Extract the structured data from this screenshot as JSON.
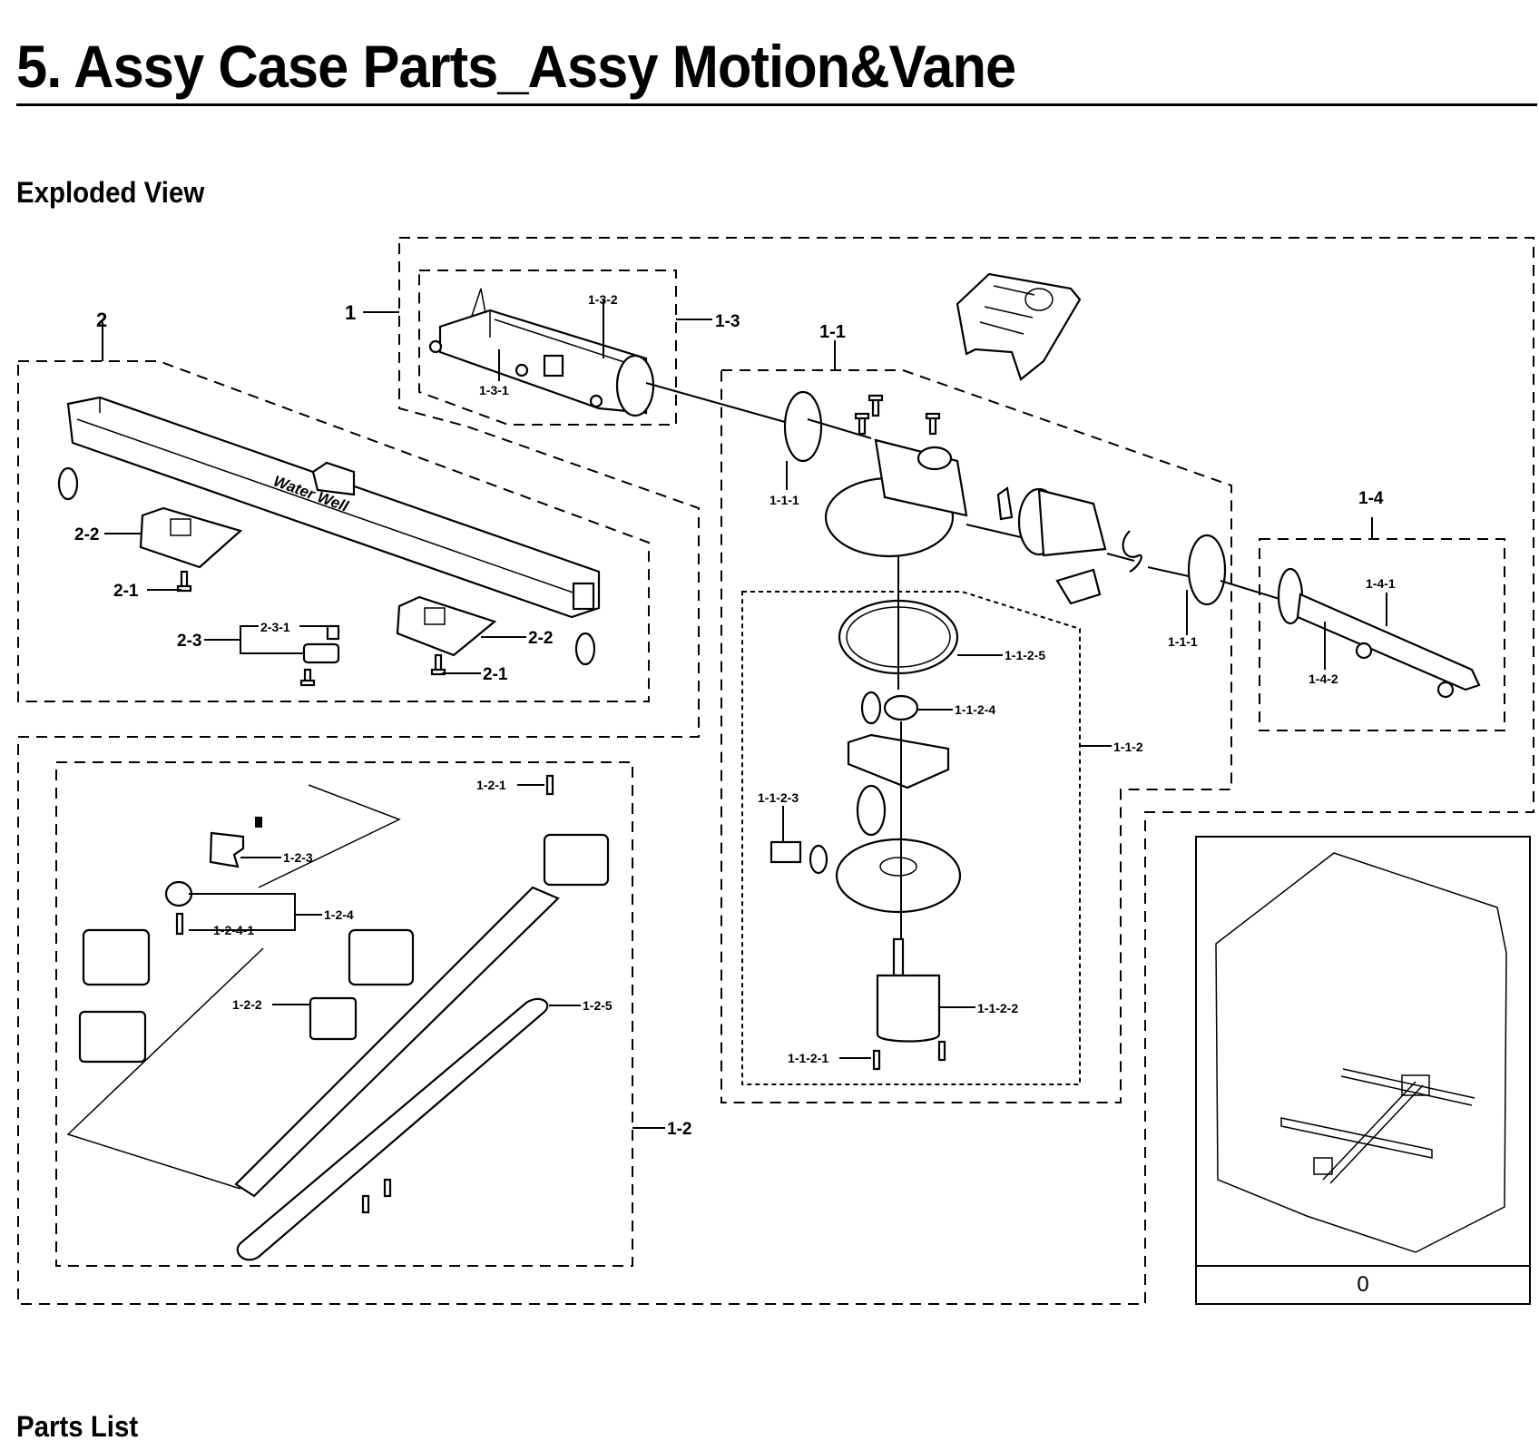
{
  "page": {
    "title": "5.  Assy Case Parts_Assy Motion&Vane",
    "sections": {
      "exploded_view": "Exploded View",
      "parts_list": "Parts List"
    }
  },
  "diagram": {
    "text_on_part": "Water Well",
    "inset_caption": "0",
    "callouts": {
      "c1": "1",
      "c2": "2",
      "c1_1": "1-1",
      "c1_1_1a": "1-1-1",
      "c1_1_1b": "1-1-1",
      "c1_1_2": "1-1-2",
      "c1_1_2_1": "1-1-2-1",
      "c1_1_2_2": "1-1-2-2",
      "c1_1_2_3": "1-1-2-3",
      "c1_1_2_4": "1-1-2-4",
      "c1_1_2_5": "1-1-2-5",
      "c1_2": "1-2",
      "c1_2_1": "1-2-1",
      "c1_2_2": "1-2-2",
      "c1_2_3": "1-2-3",
      "c1_2_4": "1-2-4",
      "c1_2_4_1": "1-2-4-1",
      "c1_2_5": "1-2-5",
      "c1_3": "1-3",
      "c1_3_1": "1-3-1",
      "c1_3_2": "1-3-2",
      "c1_4": "1-4",
      "c1_4_1": "1-4-1",
      "c1_4_2": "1-4-2",
      "c2_1a": "2-1",
      "c2_1b": "2-1",
      "c2_2a": "2-2",
      "c2_2b": "2-2",
      "c2_3": "2-3",
      "c2_3_1": "2-3-1"
    }
  }
}
